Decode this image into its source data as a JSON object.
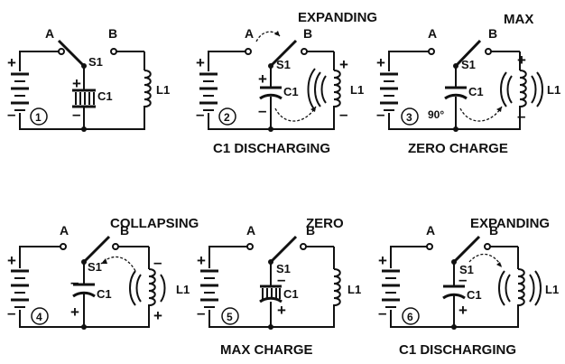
{
  "labels": {
    "switch": "S1",
    "capacitor": "C1",
    "inductor": "L1",
    "contact_a": "A",
    "contact_b": "B",
    "plus": "+",
    "minus": "–",
    "degree": "90°"
  },
  "panels": [
    {
      "number": "1",
      "top_label": "",
      "bottom_label": ""
    },
    {
      "number": "2",
      "top_label": "EXPANDING",
      "bottom_label": "C1 DISCHARGING"
    },
    {
      "number": "3",
      "top_label": "MAX",
      "bottom_label": "ZERO CHARGE"
    },
    {
      "number": "4",
      "top_label": "COLLAPSING",
      "bottom_label": ""
    },
    {
      "number": "5",
      "top_label": "ZERO",
      "bottom_label": "MAX  CHARGE"
    },
    {
      "number": "6",
      "top_label": "EXPANDING",
      "bottom_label": "C1  DISCHARGING"
    }
  ]
}
